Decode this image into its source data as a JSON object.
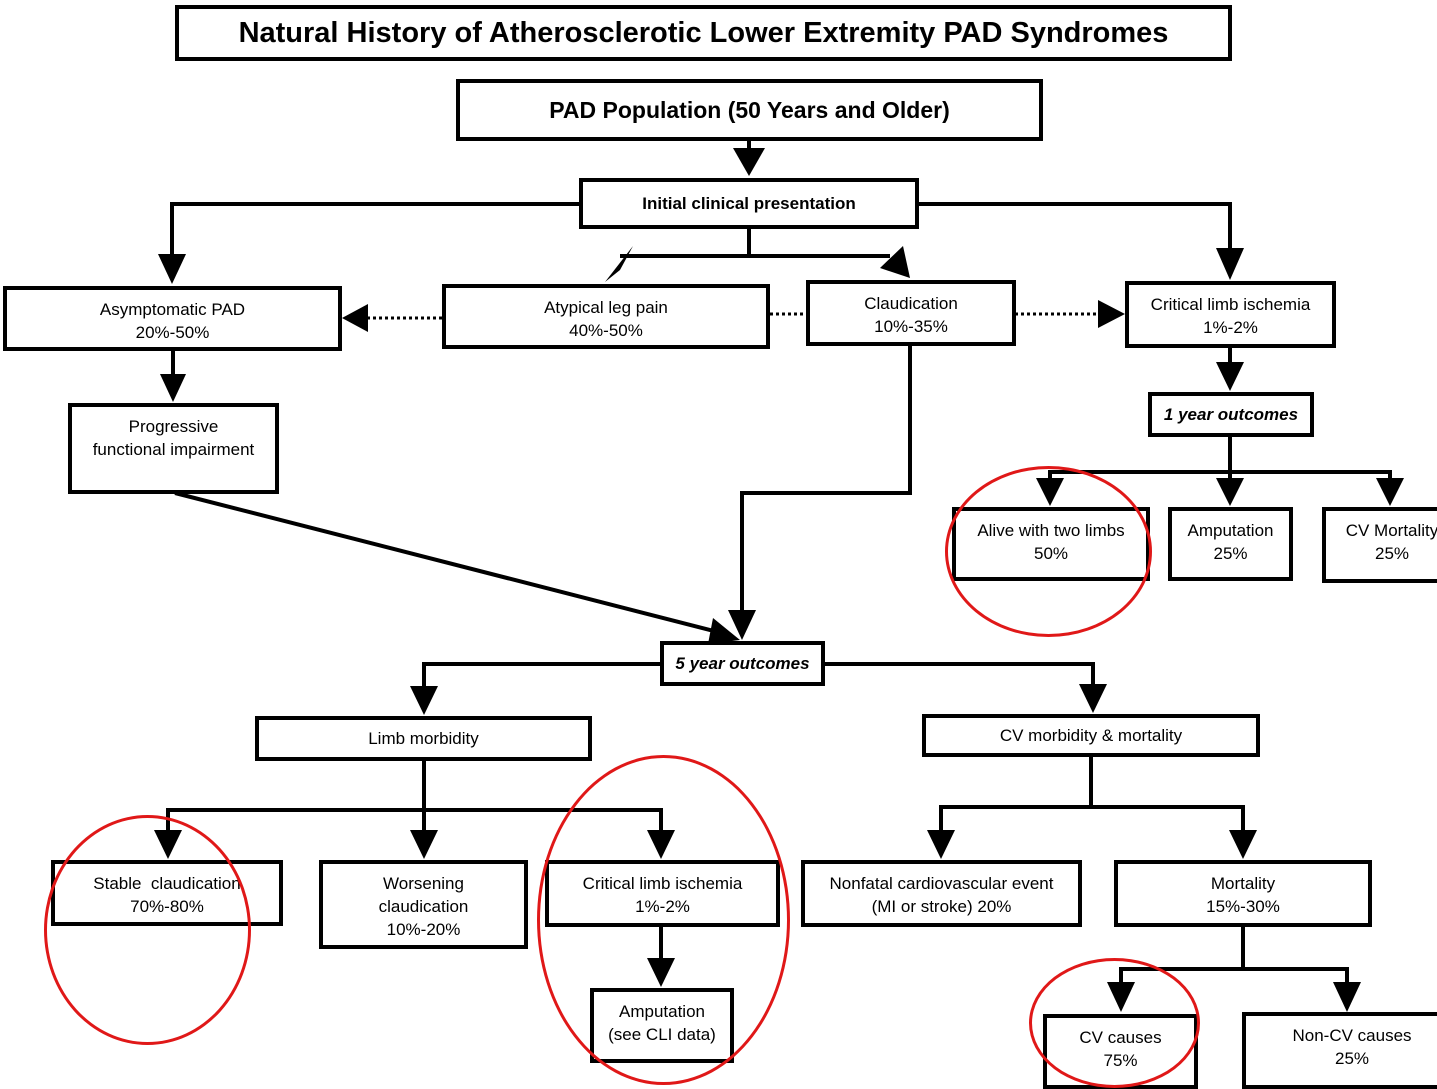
{
  "title": "Natural History of Atherosclerotic Lower Extremity PAD Syndromes",
  "population": "PAD Population (50 Years and Older)",
  "initial_presentation": "Initial clinical presentation",
  "presentations": {
    "asymptomatic": {
      "label": "Asymptomatic PAD",
      "value": "20%-50%"
    },
    "atypical": {
      "label": "Atypical leg pain",
      "value": "40%-50%"
    },
    "claudication": {
      "label": "Claudication",
      "value": "10%-35%"
    },
    "cli": {
      "label": "Critical limb ischemia",
      "value": "1%-2%"
    }
  },
  "progressive": {
    "line1": "Progressive",
    "line2": "functional impairment"
  },
  "one_year": {
    "label": "1 year outcomes",
    "outcomes": [
      {
        "label": "Alive with two limbs",
        "value": "50%"
      },
      {
        "label": "Amputation",
        "value": "25%"
      },
      {
        "label": "CV Mortality",
        "value": "25%"
      }
    ]
  },
  "five_year": {
    "label": "5 year outcomes",
    "limb": {
      "label": "Limb morbidity",
      "children": [
        {
          "label": "Stable  claudication",
          "value": "70%-80%"
        },
        {
          "label": "Worsening",
          "label2": "claudication",
          "value": "10%-20%"
        },
        {
          "label": "Critical limb ischemia",
          "value": "1%-2%"
        }
      ],
      "amputation": {
        "label": "Amputation",
        "value": "(see CLI data)"
      }
    },
    "cv": {
      "label": "CV morbidity & mortality",
      "nonfatal": {
        "label": "Nonfatal cardiovascular event",
        "value": "(MI or stroke) 20%"
      },
      "mortality": {
        "label": "Mortality",
        "value": "15%-30%"
      },
      "causes": [
        {
          "label": "CV causes",
          "value": "75%"
        },
        {
          "label": "Non-CV causes",
          "value": "25%"
        }
      ]
    }
  },
  "highlight_color": "#e01818"
}
